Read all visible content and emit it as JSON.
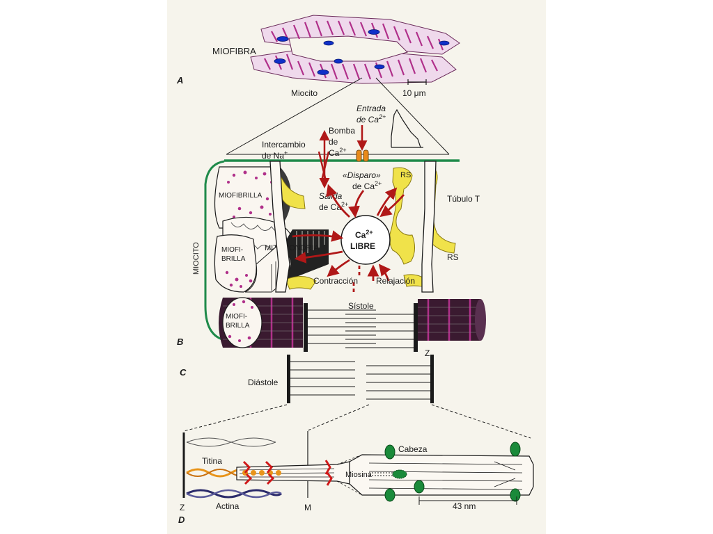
{
  "labels": {
    "miofibra": "MIOFIBRA",
    "miocito_top": "Miocito",
    "scale_bar": "10 μm",
    "panel_a": "A",
    "panel_b": "B",
    "panel_c": "C",
    "panel_d": "D",
    "entrada_l1": "Entrada",
    "entrada_l2": "de Ca",
    "bomba_l1": "Bomba",
    "bomba_l2": "de",
    "bomba_l3": "Ca",
    "intercambio_l1": "Intercambio",
    "intercambio_l2": "de Na",
    "disparo_l1": "«Disparo»",
    "disparo_l2": "de Ca",
    "salida_l1": "Salida",
    "salida_l2": "de Ca",
    "rs_top": "RS",
    "tubulo_t": "Túbulo T",
    "miofibrilla_1": "MIOFIBRILLA",
    "miofibrilla_2a": "MIOFI-",
    "miofibrilla_2b": "BRILLA",
    "miofibrilla_3a": "MIOFI-",
    "miofibrilla_3b": "BRILLA",
    "miocito_side": "MIOCITO",
    "mitocondria": "MITOCONDRIA",
    "ca_free_l1": "Ca",
    "ca_free_l2": "LIBRE",
    "rs_right": "RS",
    "contraccion": "Contracción",
    "relajacion": "Relajación",
    "sistole": "Sístole",
    "diastole": "Diástole",
    "z_top": "Z",
    "titina": "Titina",
    "actina": "Actina",
    "z_bottom": "Z",
    "m_line": "M",
    "cabeza": "Cabeza",
    "miosina": "Miosina",
    "nm43": "43 nm",
    "sup_2plus": "2+",
    "sup_plus": "+"
  },
  "colors": {
    "background": "#f6f4ec",
    "membrane_green": "#1f8a4a",
    "arrow_red": "#b01818",
    "rs_yellow": "#f0e24a",
    "magenta": "#b0308a",
    "nucleus_blue": "#1030c8",
    "myosin_green": "#1a8a3a",
    "titin_orange": "#e8941a",
    "actin_navy": "#2a2a6a",
    "channel_orange": "#e88a1a"
  }
}
